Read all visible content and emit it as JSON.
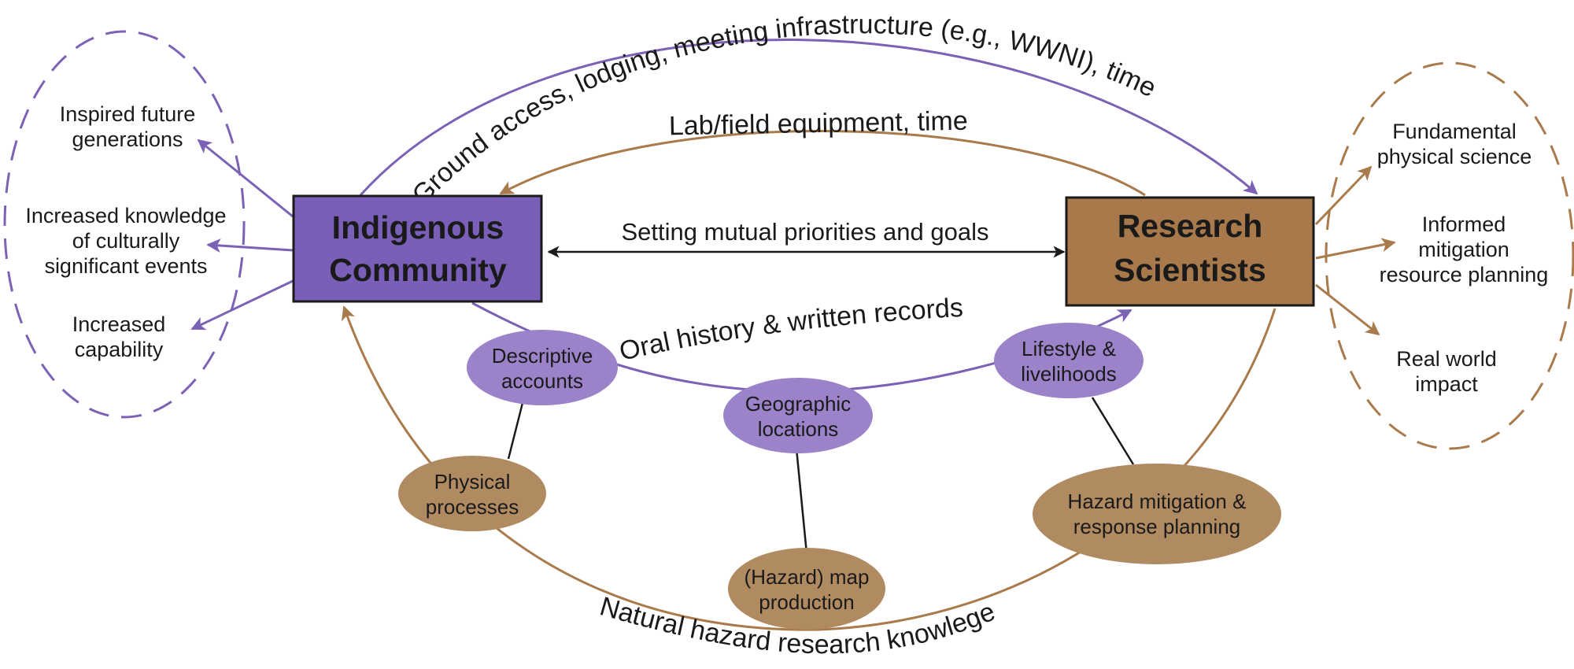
{
  "colors": {
    "purple": "#7c62b5",
    "purple_fill": "#7a5fb8",
    "purple_node": "#9b82c9",
    "brown": "#a97b4c",
    "brown_fill": "#a8794b",
    "brown_node": "#b08a60",
    "dark": "#1a1a1a"
  },
  "boxes": {
    "indigenous": {
      "line1": "Indigenous",
      "line2": "Community"
    },
    "scientists": {
      "line1": "Research",
      "line2": "Scientists"
    }
  },
  "links": {
    "top_arc": "Ground access, lodging, meeting infrastructure (e.g., WWNI), time",
    "lab_arc": "Lab/field equipment, time",
    "middle": "Setting mutual priorities and goals",
    "oral": "Oral history & written records",
    "bottom_arc": "Natural hazard research knowlege"
  },
  "purple_nodes": {
    "descriptive": {
      "line1": "Descriptive",
      "line2": "accounts"
    },
    "geographic": {
      "line1": "Geographic",
      "line2": "locations"
    },
    "lifestyle": {
      "line1": "Lifestyle &",
      "line2": "livelihoods"
    }
  },
  "brown_nodes": {
    "physical": {
      "line1": "Physical",
      "line2": "processes"
    },
    "map": {
      "line1": "(Hazard) map",
      "line2": "production"
    },
    "mitigation": {
      "line1": "Hazard mitigation &",
      "line2": "response planning"
    }
  },
  "community_outcomes": [
    {
      "line1": "Inspired future",
      "line2": "generations"
    },
    {
      "line1": "Increased knowledge",
      "line2": "of culturally",
      "line3": "significant events"
    },
    {
      "line1": "Increased",
      "line2": "capability"
    }
  ],
  "science_outcomes": [
    {
      "line1": "Fundamental",
      "line2": "physical science"
    },
    {
      "line1": "Informed",
      "line2": "mitigation",
      "line3": "resource planning"
    },
    {
      "line1": "Real world",
      "line2": "impact"
    }
  ]
}
